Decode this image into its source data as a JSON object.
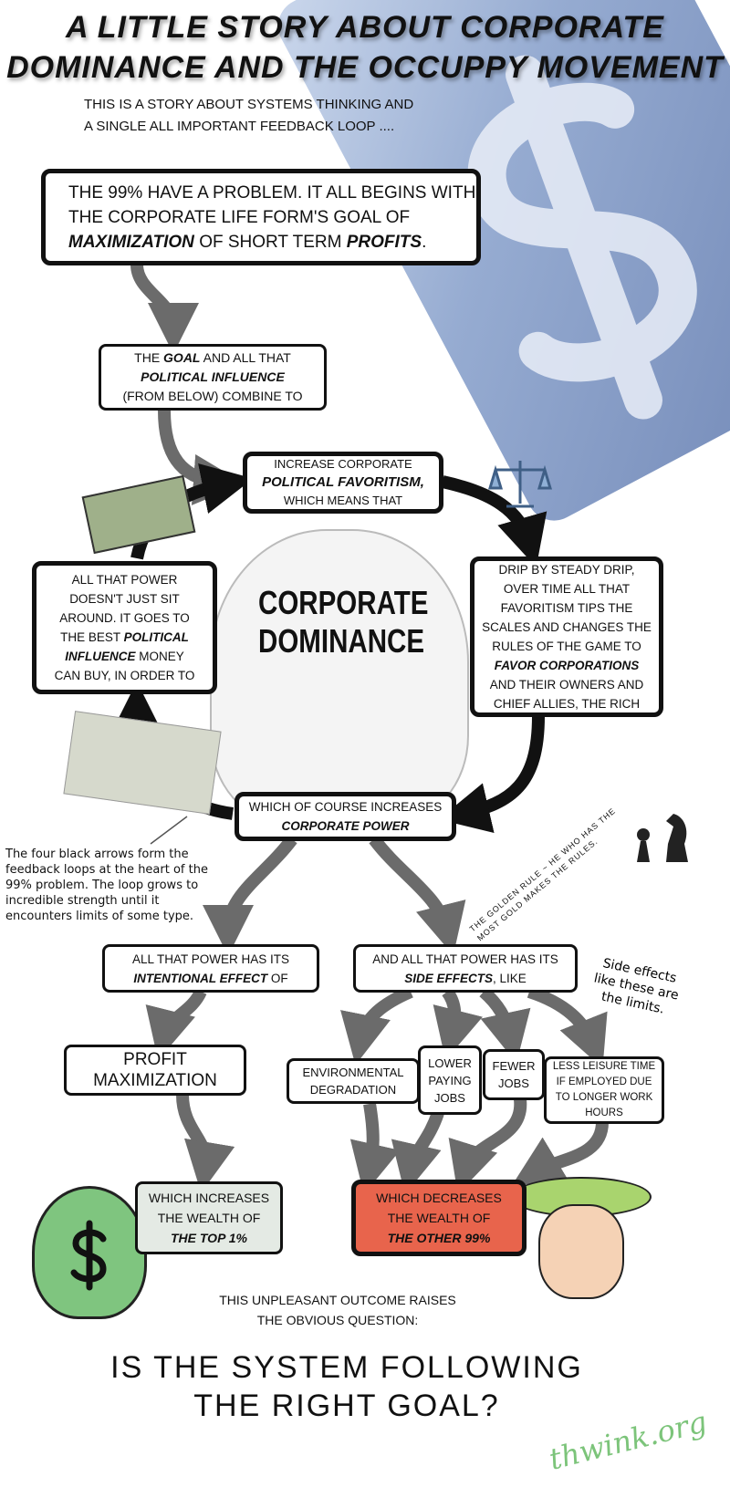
{
  "title": {
    "line1": "A little story about corporate",
    "line2": "dominance and the Occuppy movement"
  },
  "intro": {
    "line1": "This is a story about systems thinking and",
    "line2": "a single all important feedback loop ...."
  },
  "box_problem": {
    "line1": "The 99% have a problem. It all begins with",
    "line2": "the corporate life form's goal of",
    "em1": "maximization",
    "mid": " of short term ",
    "em2": "profits",
    "end": "."
  },
  "box_goal": {
    "pre": "The ",
    "em1": "goal",
    "post": " and all that",
    "em2": "political influence",
    "line3": "(from below) combine to"
  },
  "box_favoritism": {
    "line1": "Increase corporate",
    "em": "political favoritism,",
    "line3": "which means that"
  },
  "box_power_left": {
    "line1": "All that power",
    "line2": "doesn't just sit",
    "line3": "around. It goes to",
    "pre4": "the best ",
    "em1": "political",
    "em2": "influence",
    "post5": " money",
    "line6": "can buy, in order to"
  },
  "center_label": {
    "line1": "Corporate",
    "line2": "Dominance"
  },
  "box_drip": {
    "line1": "Drip by steady drip,",
    "line2": "over time all that",
    "line3": "favoritism tips the",
    "line4": "scales and changes the",
    "line5": "rules of the game to",
    "em": "favor corporations",
    "line7": "and their owners and",
    "line8": "chief allies, the rich"
  },
  "box_power": {
    "line1": "which of course increases",
    "em": "corporate power"
  },
  "side_note": "The four black arrows form the feedback loops at the heart of the 99% problem. The loop grows to incredible strength until it encounters limits of some type.",
  "golden_rule": "The golden rule ~ he who has the most gold makes the rules.",
  "box_intentional": {
    "line1": "All that power has its",
    "em": "intentional effect",
    "post": " of"
  },
  "box_side": {
    "line1": "And all that power has its",
    "em": "side effects",
    "post": ", like"
  },
  "limits_note": {
    "line1": "Side effects",
    "line2": "like these are",
    "line3": "the limits."
  },
  "profit_max": {
    "line1": "Profit",
    "line2": "maximization"
  },
  "effects": [
    {
      "line1": "Environmental",
      "line2": "degradation"
    },
    {
      "line1": "Lower",
      "line2": "paying",
      "line3": "jobs"
    },
    {
      "line1": "Fewer",
      "line2": "jobs"
    },
    {
      "line1": "Less leisure time",
      "line2": "if employed due",
      "line3": "to longer work",
      "line4": "hours"
    }
  ],
  "top1": {
    "line1": "Which increases",
    "line2": "the wealth of",
    "em": "the top 1%"
  },
  "other99": {
    "line1": "Which decreases",
    "line2": "the wealth of",
    "em": "the other 99%"
  },
  "outcome": {
    "line1": "This unpleasant outcome raises",
    "line2": "the obvious question:"
  },
  "question": {
    "line1": "Is the system following",
    "line2": "the right goal?"
  },
  "signature": "thwink.org",
  "colors": {
    "arrow_gray": "#6b6b6b",
    "loop_black": "#111111",
    "top1_bg": "#e4eae4",
    "other99_bg": "#e8644c",
    "card_blue": "#7f97c4",
    "signature_green": "#7cc47a"
  }
}
